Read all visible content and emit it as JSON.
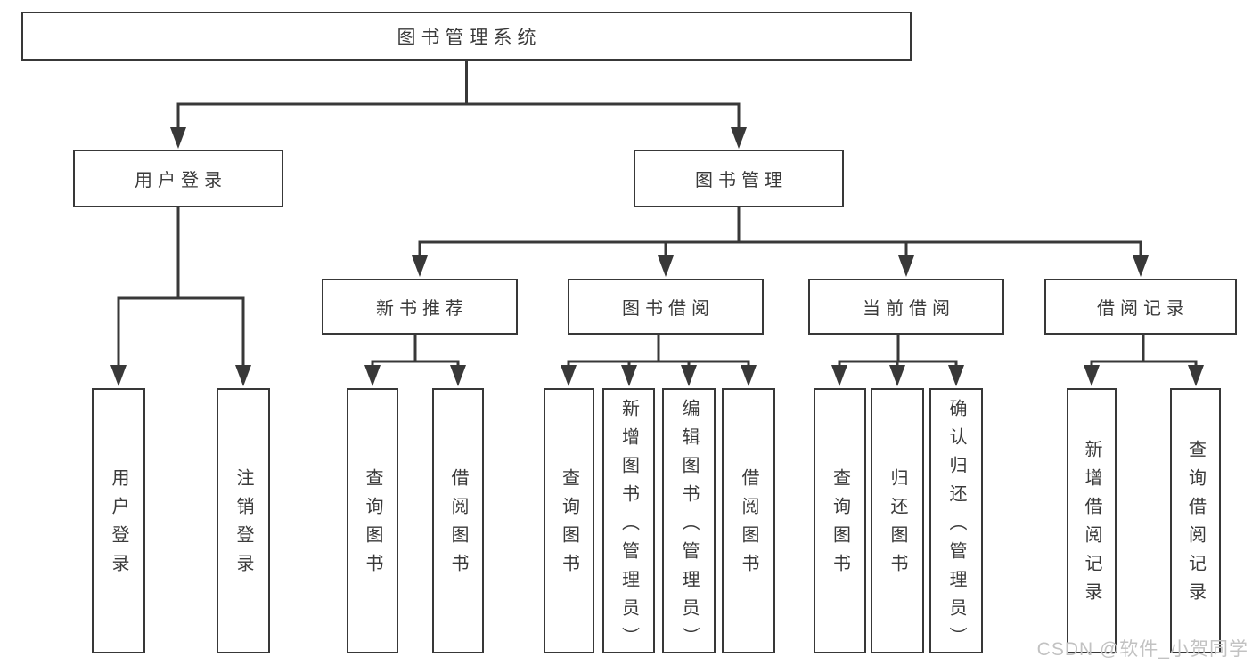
{
  "tree": {
    "root": {
      "label": "图书管理系统"
    },
    "branches": [
      {
        "label": "用户登录",
        "children": [
          {
            "label": "用户登录"
          },
          {
            "label": "注销登录"
          }
        ]
      },
      {
        "label": "图书管理",
        "children": [
          {
            "label": "新书推荐",
            "children": [
              {
                "label": "查询图书"
              },
              {
                "label": "借阅图书"
              }
            ]
          },
          {
            "label": "图书借阅",
            "children": [
              {
                "label": "查询图书"
              },
              {
                "label": "新增图书（管理员）"
              },
              {
                "label": "编辑图书（管理员）"
              },
              {
                "label": "借阅图书"
              }
            ]
          },
          {
            "label": "当前借阅",
            "children": [
              {
                "label": "查询图书"
              },
              {
                "label": "归还图书"
              },
              {
                "label": "确认归还（管理员）"
              }
            ]
          },
          {
            "label": "借阅记录",
            "children": [
              {
                "label": "新增借阅记录"
              },
              {
                "label": "查询借阅记录"
              }
            ]
          }
        ]
      }
    ]
  },
  "watermark": {
    "text": "CSDN @软件_小贺同学"
  },
  "colors": {
    "line": "#383838",
    "text": "#3a3a3a",
    "watermark": "#c2c2c2",
    "background": "#ffffff"
  }
}
